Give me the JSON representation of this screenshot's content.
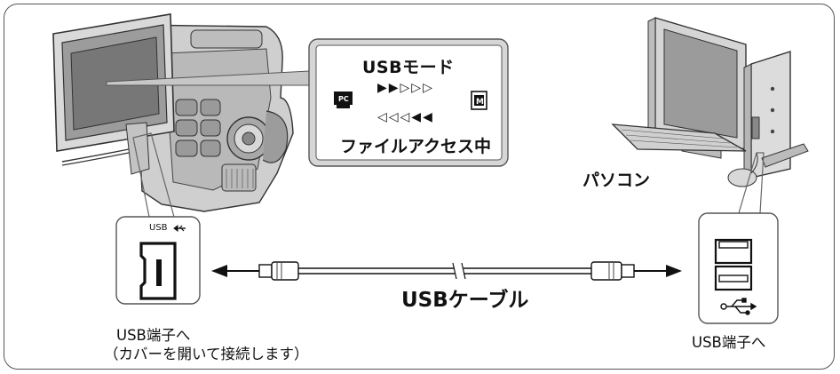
{
  "lcd_screen": {
    "title": "USBモード",
    "arrows_send": "▶▶▷▷▷",
    "arrows_receive": "◁◁◁◀◀",
    "status": "ファイルアクセス中",
    "pc_icon": "pc-monitor-icon",
    "card_icon": "memory-card-icon"
  },
  "computer_label": "パソコン",
  "cable_label": "USBケーブル",
  "camera_port": {
    "label": "USB",
    "icon": "usb-trident-icon",
    "caption_line1": "USB端子へ",
    "caption_line2": "（カバーを開いて接続します）"
  },
  "pc_port": {
    "icon": "usb-trident-icon",
    "caption": "USB端子へ"
  }
}
